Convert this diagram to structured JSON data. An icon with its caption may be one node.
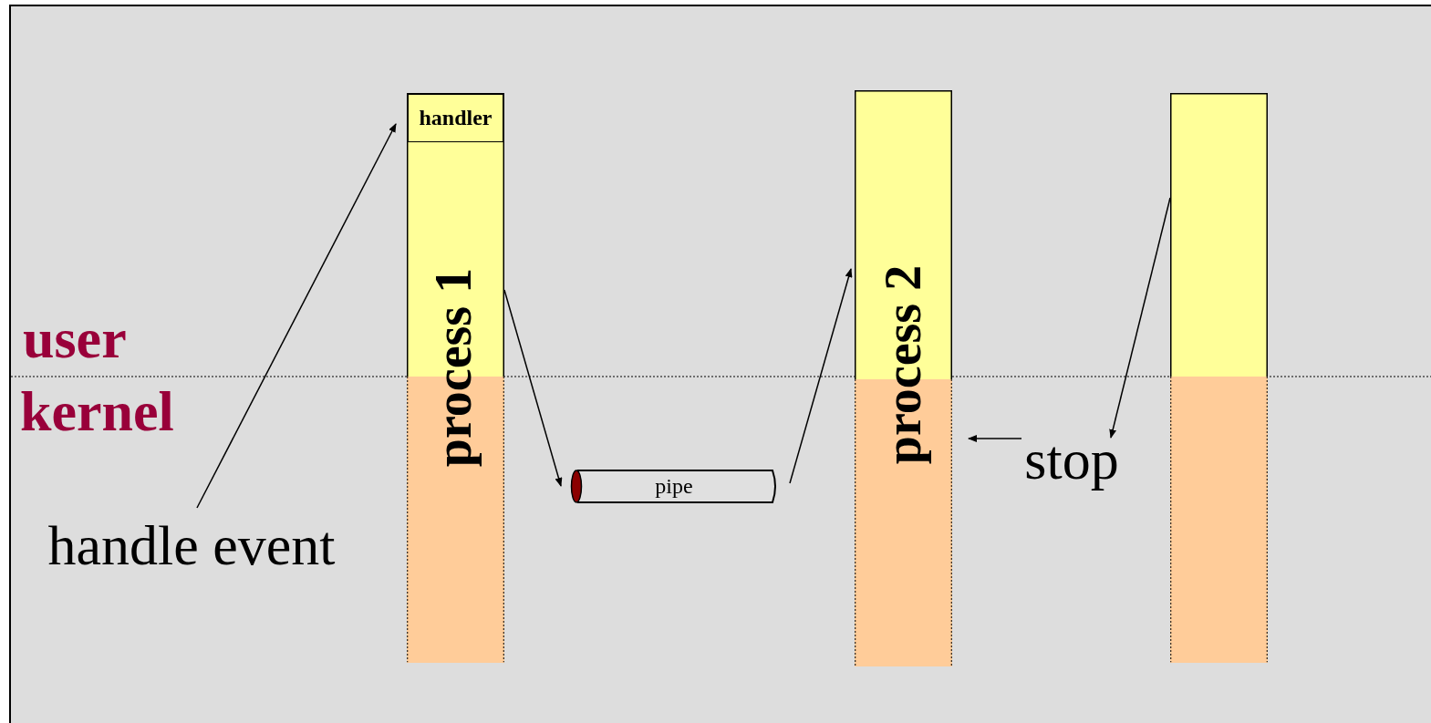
{
  "diagram": {
    "nodes": [
      {
        "text": [
          "process 1"
        ]
      },
      {
        "text": [
          "handler"
        ],
        "in": 0
      },
      {
        "text": [
          "pipe"
        ]
      },
      {
        "text": [
          "process 2"
        ]
      },
      {
        "text": [],
        "shape": "bar"
      },
      {
        "text": [
          "handle event"
        ]
      },
      {
        "text": [
          "stop"
        ]
      }
    ],
    "edges": [
      {
        "from": 5,
        "to": 1,
        "arrow": "to"
      },
      {
        "from": 0,
        "to": 2,
        "arrow": "to"
      },
      {
        "from": 2,
        "to": 3,
        "arrow": "to"
      },
      {
        "from": 4,
        "to": 6,
        "arrow": "to"
      },
      {
        "from": 6,
        "to": 3,
        "arrow": "to"
      }
    ],
    "labels": [
      "user",
      "kernel"
    ]
  }
}
